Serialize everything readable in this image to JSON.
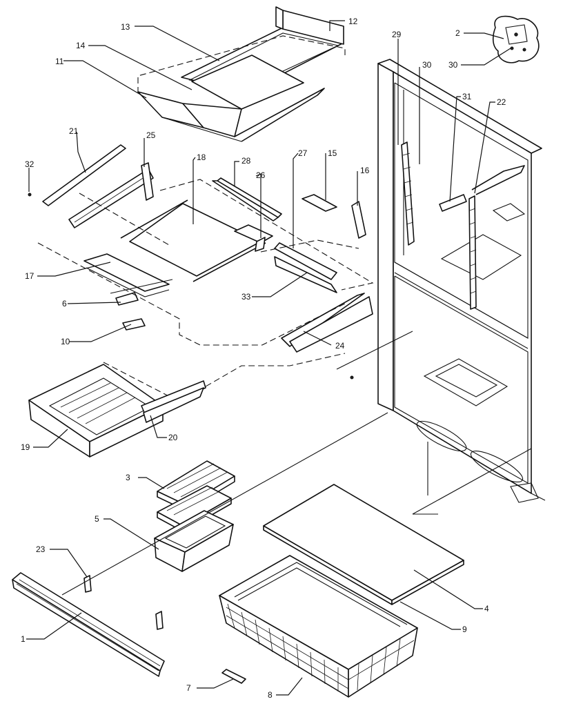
{
  "callouts": {
    "c1": "1",
    "c2": "2",
    "c3": "3",
    "c4": "4",
    "c5": "5",
    "c6": "6",
    "c7": "7",
    "c8": "8",
    "c9": "9",
    "c10": "10",
    "c11": "11",
    "c12": "12",
    "c13": "13",
    "c14": "14",
    "c15": "15",
    "c16": "16",
    "c17": "17",
    "c18": "18",
    "c19": "19",
    "c20": "20",
    "c21": "21",
    "c22": "22",
    "c23": "23",
    "c24": "24",
    "c25": "25",
    "c26": "26",
    "c27": "27",
    "c28": "28",
    "c29": "29",
    "c30a": "30",
    "c30b": "30",
    "c31": "31",
    "c32": "32",
    "c33": "33"
  }
}
